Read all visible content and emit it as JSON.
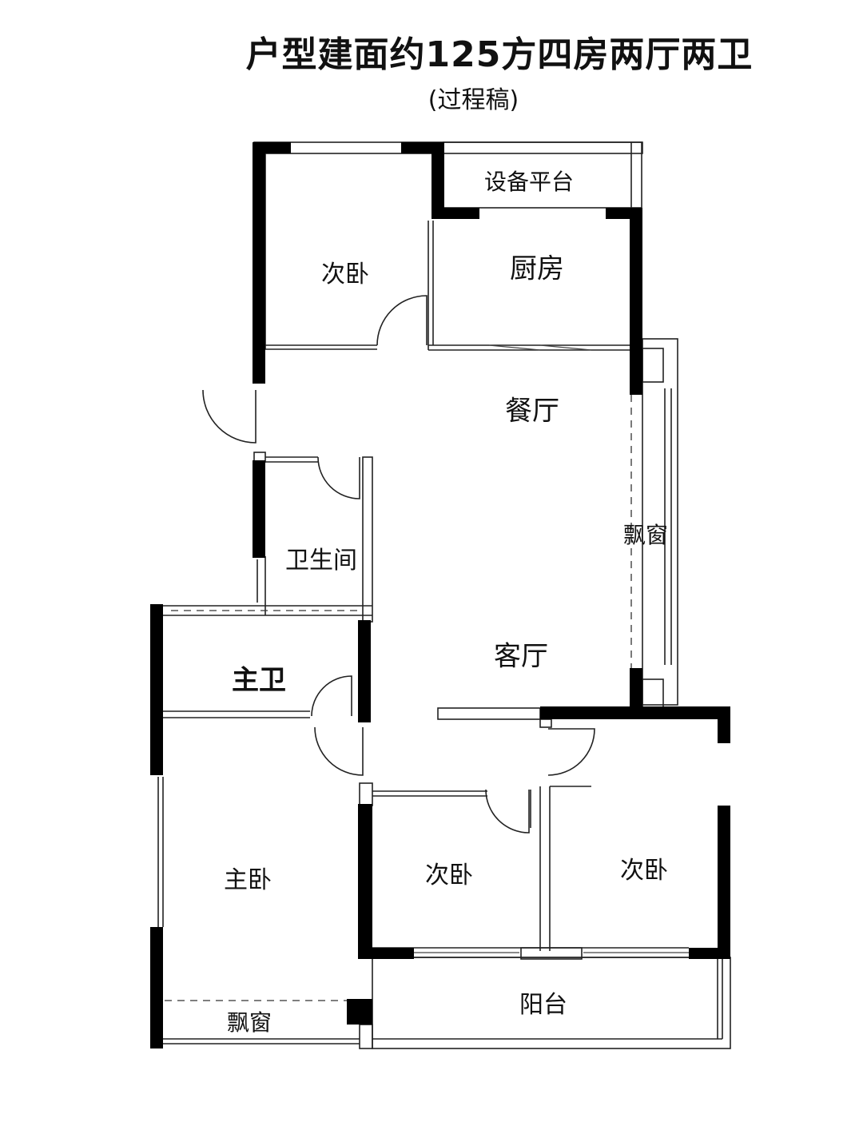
{
  "title": "户型建面约125方四房两厅两卫",
  "subtitle": "(过程稿)",
  "rooms": {
    "equipment_platform": "设备平台",
    "bedroom_north": "次卧",
    "kitchen": "厨房",
    "dining": "餐厅",
    "bay_window_east": "飘窗",
    "bathroom": "卫生间",
    "living": "客厅",
    "master_bath": "主卫",
    "master_bedroom": "主卧",
    "bedroom_south_mid": "次卧",
    "bedroom_south_east": "次卧",
    "balcony": "阳台",
    "bay_window_south": "飘窗"
  }
}
